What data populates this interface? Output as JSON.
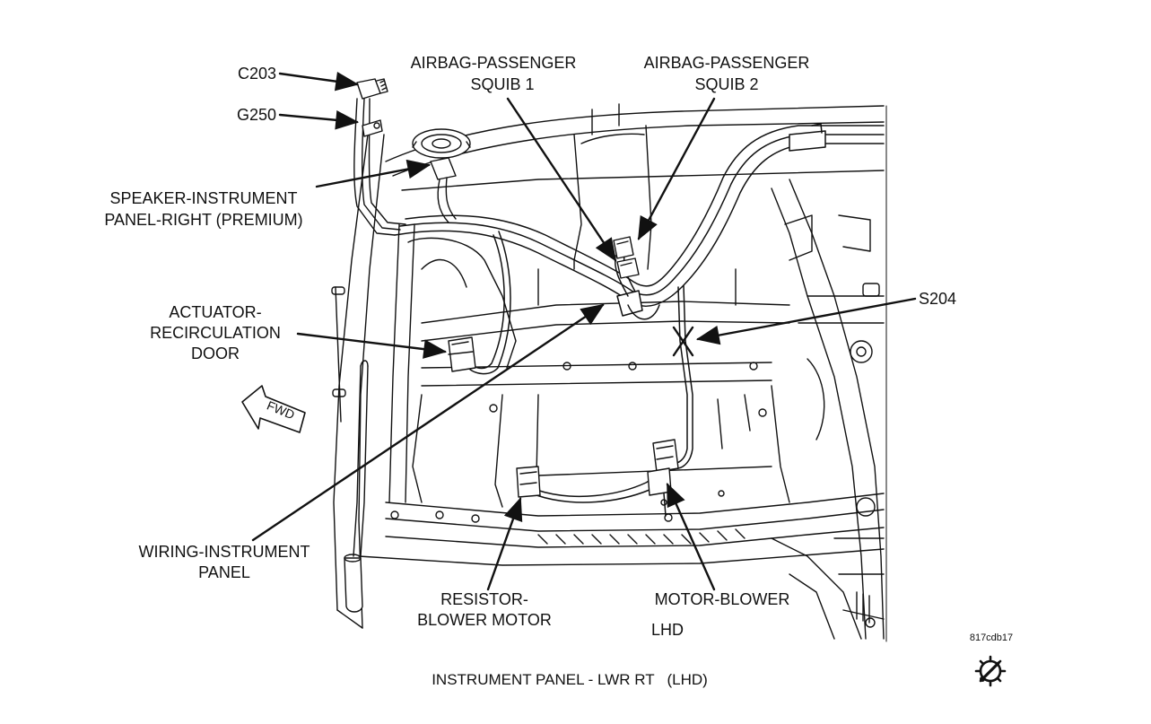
{
  "labels": {
    "c203": "C203",
    "g250": "G250",
    "airbag_squib1_line1": "AIRBAG-PASSENGER",
    "airbag_squib1_line2": "SQUIB 1",
    "airbag_squib2_line1": "AIRBAG-PASSENGER",
    "airbag_squib2_line2": "SQUIB 2",
    "speaker_line1": "SPEAKER-INSTRUMENT",
    "speaker_line2": "PANEL-RIGHT (PREMIUM)",
    "actuator_line1": "ACTUATOR-",
    "actuator_line2": "RECIRCULATION",
    "actuator_line3": "DOOR",
    "s204": "S204",
    "fwd": "FWD",
    "wiring_line1": "WIRING-INSTRUMENT",
    "wiring_line2": "PANEL",
    "resistor_line1": "RESISTOR-",
    "resistor_line2": "BLOWER MOTOR",
    "motor_blower": "MOTOR-BLOWER",
    "lhd": "LHD"
  },
  "figure_id": "817cdb17",
  "caption": "INSTRUMENT PANEL - LWR RT   (LHD)",
  "icons": {
    "service": "gear-wrench-icon"
  },
  "colors": {
    "line": "#111111",
    "background": "#ffffff"
  }
}
